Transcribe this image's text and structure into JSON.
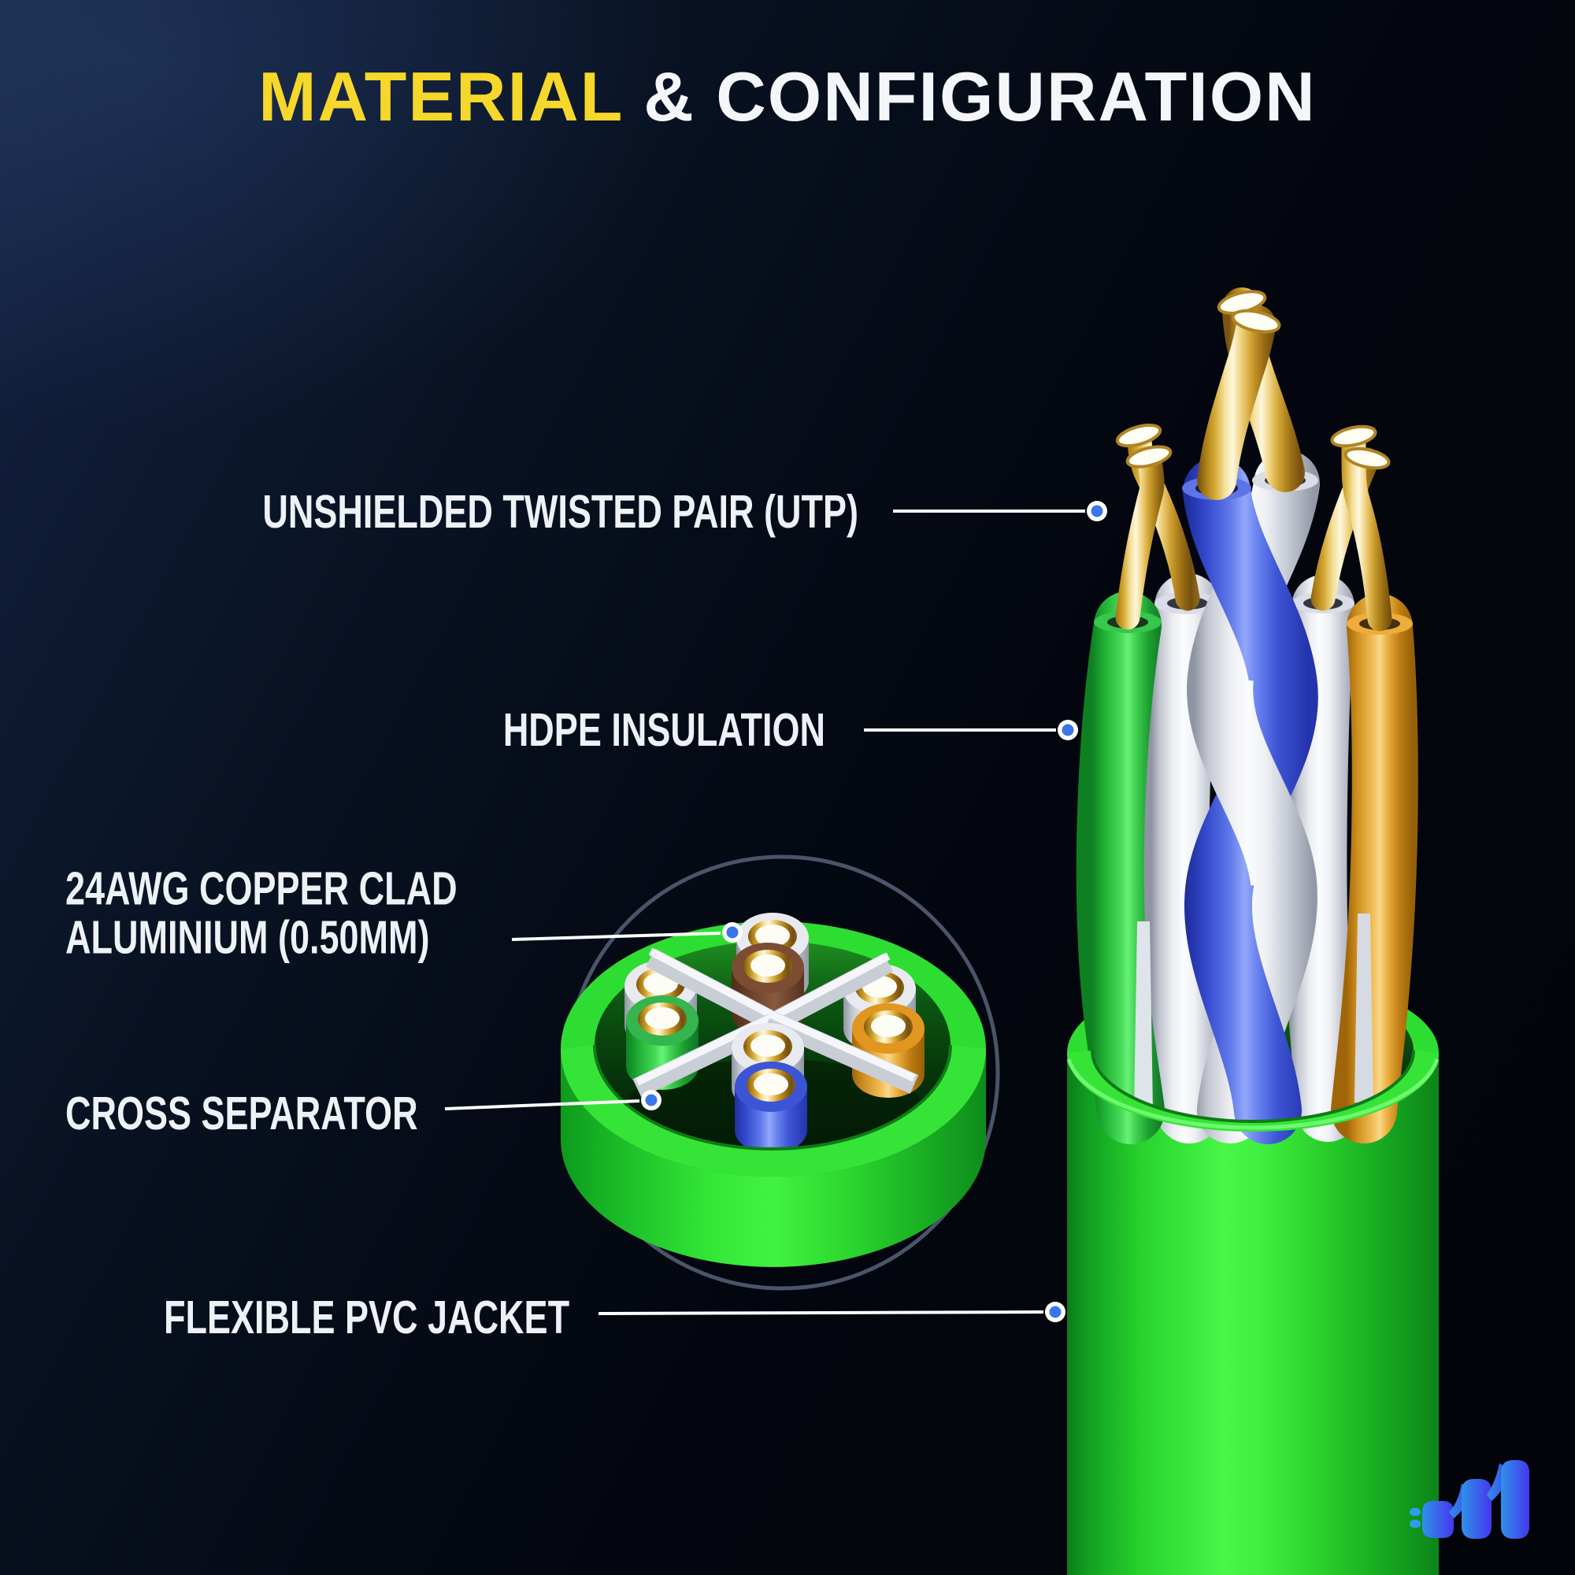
{
  "title": {
    "highlight": "MATERIAL",
    "rest": "& CONFIGURATION"
  },
  "labels": {
    "utp": "UNSHIELDED TWISTED PAIR (UTP)",
    "hdpe": "HDPE INSULATION",
    "awg_line1": "24AWG COPPER CLAD",
    "awg_line2": "ALUMINIUM (0.50MM)",
    "cross_separator": "CROSS SEPARATOR",
    "pvc_jacket": "FLEXIBLE PVC JACKET"
  },
  "colors": {
    "title_highlight": "#f6d72b",
    "text": "#eef2f7",
    "callout_dot": "#3b76e8",
    "jacket_green": "#35e436",
    "copper_gold": "#e8c257",
    "wire_blue": "#4a63e0",
    "wire_orange": "#e89b2a",
    "wire_brown": "#7a4b33",
    "logo_blue_start": "#2f92e8",
    "logo_blue_end": "#4636ee"
  }
}
